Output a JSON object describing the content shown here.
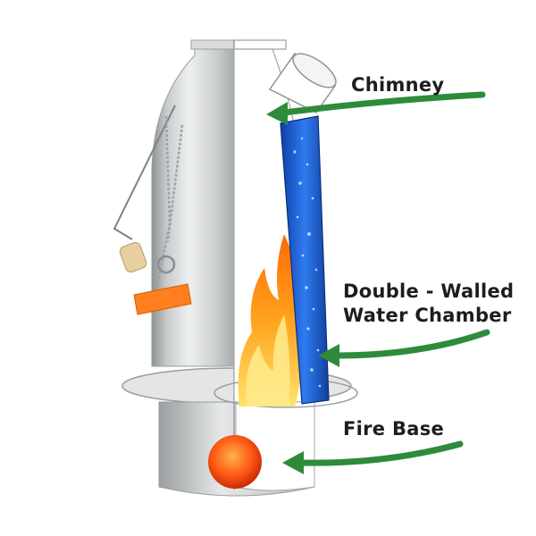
{
  "labels": {
    "chimney": "Chimney",
    "chamber_line1": "Double - Walled",
    "chamber_line2": "Water Chamber",
    "fire_base": "Fire Base"
  },
  "colors": {
    "arrow_green": "#2e8b3a",
    "water_blue": "#1e5fd8",
    "flame_orange": "#ff7a00",
    "handle_orange": "#ff7f1e",
    "steel": "#c9cbcc"
  },
  "icons": [
    "kettle-illustration",
    "flame-icon",
    "arrow-icon"
  ]
}
